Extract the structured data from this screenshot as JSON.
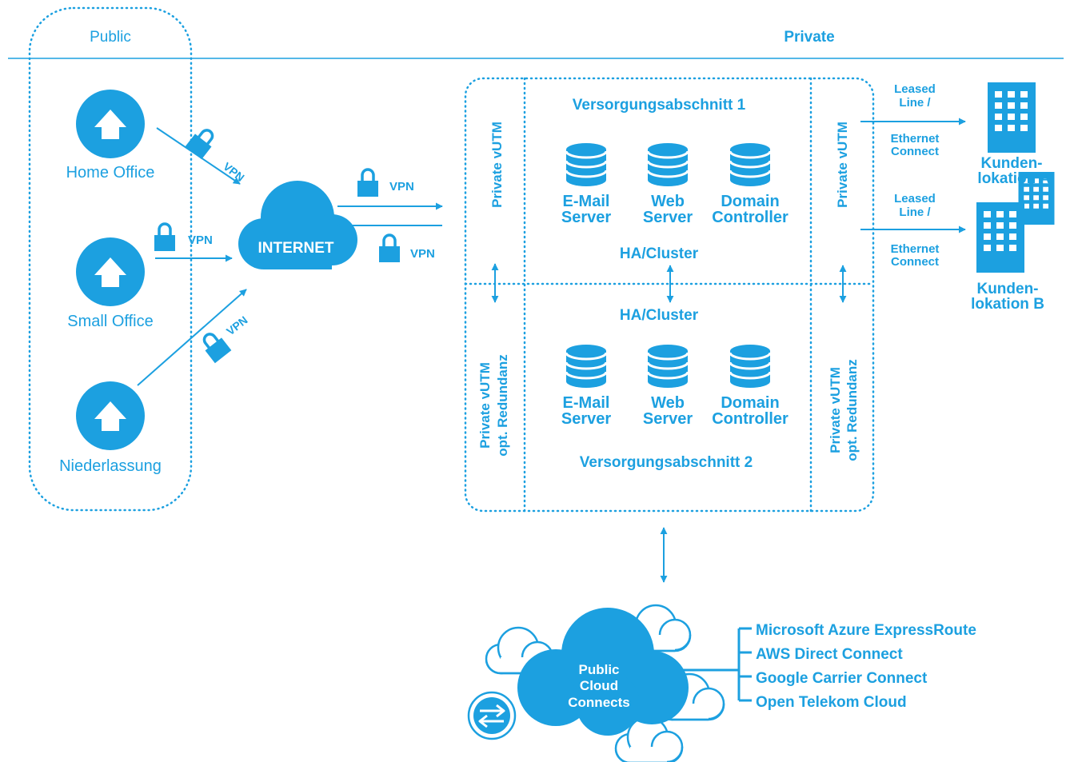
{
  "colors": {
    "accent": "#1ca0e0",
    "background": "#ffffff"
  },
  "zones": {
    "public": "Public",
    "private": "Private"
  },
  "sites": {
    "home_office": "Home Office",
    "small_office": "Small Office",
    "niederlassung": "Niederlassung"
  },
  "vpn": {
    "label": "VPN"
  },
  "internet": {
    "label": "INTERNET"
  },
  "datacenter": {
    "left_utm_top": "Private vUTM",
    "left_utm_bottom_line1": "Private vUTM",
    "left_utm_bottom_line2": "opt. Redundanz",
    "right_utm_top": "Private vUTM",
    "right_utm_bottom_line1": "Private vUTM",
    "right_utm_bottom_line2": "opt. Redundanz",
    "section1_title": "Versorgungsabschnitt 1",
    "section2_title": "Versorgungsabschnitt 2",
    "ha_cluster_1": "HA/Cluster",
    "ha_cluster_2": "HA/Cluster",
    "servers": [
      {
        "line1": "E-Mail",
        "line2": "Server"
      },
      {
        "line1": "Web",
        "line2": "Server"
      },
      {
        "line1": "Domain",
        "line2": "Controller"
      }
    ]
  },
  "links": {
    "a_top_line1": "Leased",
    "a_top_line2": "Line /",
    "a_bottom_line1": "Ethernet",
    "a_bottom_line2": "Connect",
    "b_top_line1": "Leased",
    "b_top_line2": "Line /",
    "b_bottom_line1": "Ethernet",
    "b_bottom_line2": "Connect"
  },
  "customers": {
    "a_line1": "Kunden-",
    "a_line2": "lokation A",
    "b_line1": "Kunden-",
    "b_line2": "lokation B"
  },
  "public_cloud": {
    "label_line1": "Public",
    "label_line2": "Cloud",
    "label_line3": "Connects",
    "connects": [
      "Microsoft Azure ExpressRoute",
      "AWS Direct Connect",
      "Google Carrier Connect",
      "Open Telekom Cloud"
    ]
  }
}
